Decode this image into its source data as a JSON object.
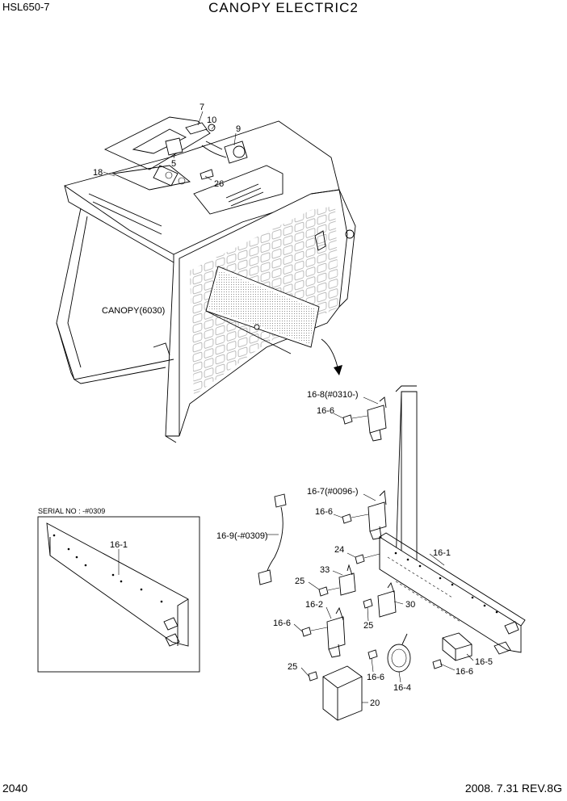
{
  "header": {
    "model": "HSL650-7",
    "title": "CANOPY ELECTRIC2"
  },
  "footer": {
    "page_number": "2040",
    "date_rev": "2008. 7.31  REV.8G"
  },
  "inset": {
    "serial_label": "SERIAL NO : -#0309",
    "part_label": "16-1"
  },
  "canopy_label": "CANOPY(6030)",
  "callouts": {
    "c7": "7",
    "c10": "10",
    "c9": "9",
    "c5": "5",
    "c18": "18",
    "c26": "26",
    "c16_8": "16-8(#0310-)",
    "c16_6a": "16-6",
    "c16_7": "16-7(#0096-)",
    "c16_6b": "16-6",
    "c16_9": "16-9(-#0309)",
    "c24": "24",
    "c16_1": "16-1",
    "c33": "33",
    "c25a": "25",
    "c16_2": "16-2",
    "c30": "30",
    "c25b": "25",
    "c16_6c": "16-6",
    "c25c": "25",
    "c16_6d": "16-6",
    "c16_4": "16-4",
    "c16_5": "16-5",
    "c16_6e": "16-6",
    "c20": "20"
  }
}
